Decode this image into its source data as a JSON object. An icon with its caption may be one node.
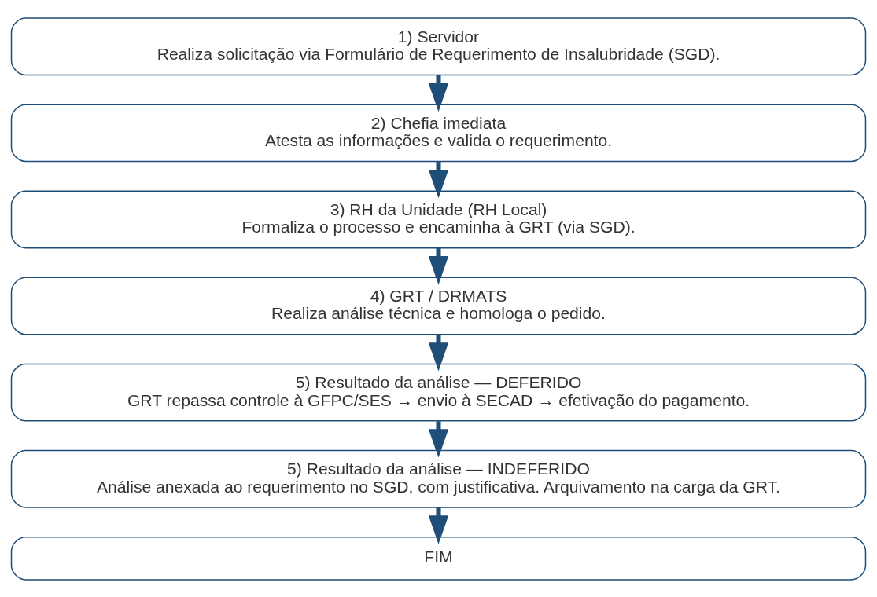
{
  "diagram": {
    "nodes": [
      {
        "text": [
          "1) Servidor",
          "Realiza solicitação via Formulário de Requerimento de Insalubridade (SGD)."
        ]
      },
      {
        "text": [
          "2) Chefia imediata",
          "Atesta as informações e valida o requerimento."
        ]
      },
      {
        "text": [
          "3) RH da Unidade (RH Local)",
          "Formaliza o processo e encaminha à GRT (via SGD)."
        ]
      },
      {
        "text": [
          "4) GRT / DRMATS",
          "Realiza análise técnica e homologa o pedido."
        ]
      },
      {
        "text": [
          "5) Resultado da análise — DEFERIDO",
          "GRT repassa controle à GFPC/SES → envio à SECAD → efetivação do pagamento."
        ]
      },
      {
        "text": [
          "5) Resultado da análise — INDEFERIDO",
          "Análise anexada ao requerimento no SGD, com justificativa. Arquivamento na carga da GRT."
        ]
      },
      {
        "text": [
          "FIM"
        ]
      }
    ],
    "edges": [
      {
        "from": 0,
        "to": 1,
        "arrow": "to"
      },
      {
        "from": 1,
        "to": 2,
        "arrow": "to"
      },
      {
        "from": 2,
        "to": 3,
        "arrow": "to"
      },
      {
        "from": 3,
        "to": 4,
        "arrow": "to"
      },
      {
        "from": 4,
        "to": 5,
        "arrow": "to"
      },
      {
        "from": 5,
        "to": 6,
        "arrow": "to"
      }
    ]
  }
}
